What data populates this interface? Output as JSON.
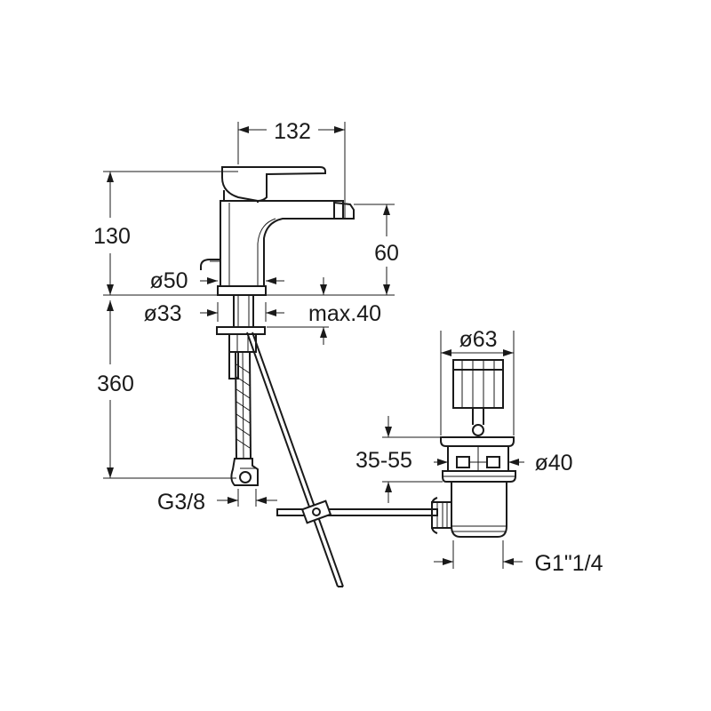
{
  "dimensions": {
    "width_total": "132",
    "height_total": "130",
    "spout_height": "60",
    "base_diameter": "ø50",
    "hole_diameter": "ø33",
    "max_thickness": "max.40",
    "hose_length": "360",
    "connection": "G3/8",
    "waste_top_diameter": "ø63",
    "waste_range": "35-55",
    "waste_diameter": "ø40",
    "waste_thread": "G1\"1/4"
  }
}
